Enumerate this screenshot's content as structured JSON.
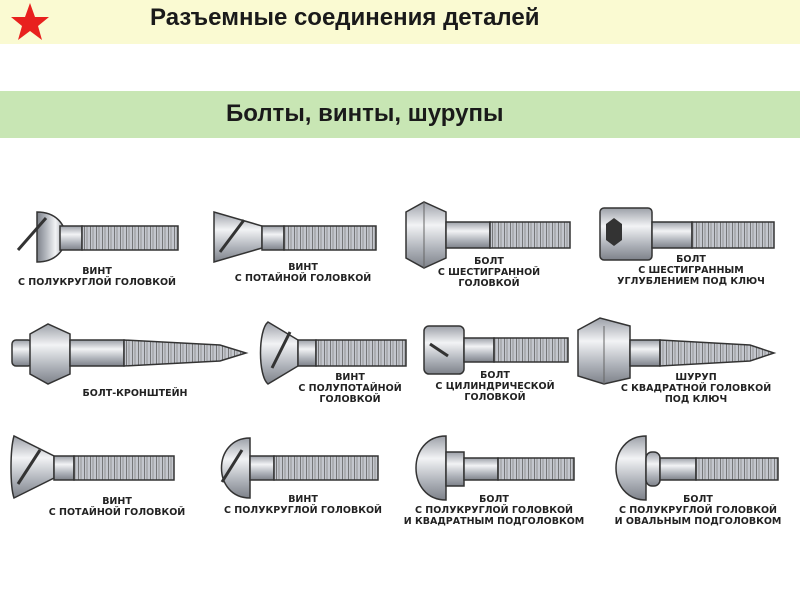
{
  "header": {
    "title": "Разъемные соединения деталей",
    "star_color": "#e8211e"
  },
  "subheader": {
    "title": "Болты, винты, шурупы"
  },
  "captions": {
    "c1": [
      "винт",
      "с полукруглой головкой"
    ],
    "c2": [
      "винт",
      "с потайной головкой"
    ],
    "c3": [
      "болт",
      "с шестигранной",
      "головкой"
    ],
    "c4": [
      "болт",
      "с шестигранным",
      "углублением под ключ"
    ],
    "c5": [
      "болт-кронштейн"
    ],
    "c6": [
      "винт",
      "с полупотайной",
      "головкой"
    ],
    "c7": [
      "болт",
      "с цилиндрической",
      "головкой"
    ],
    "c8": [
      "шуруп",
      "с квадратной головкой",
      "под ключ"
    ],
    "c9": [
      "винт",
      "с потайной головкой"
    ],
    "c10": [
      "винт",
      "с полукруглой головкой"
    ],
    "c11": [
      "болт",
      "с полукруглой головкой",
      "и квадратным подголовком"
    ],
    "c12": [
      "болт",
      "с полукруглой головкой",
      "и овальным подголовком"
    ]
  },
  "colors": {
    "header_bg": "#fafad2",
    "subheader_bg": "#c8e6b4",
    "metal": "#b9bcc4",
    "outline": "#333333"
  }
}
